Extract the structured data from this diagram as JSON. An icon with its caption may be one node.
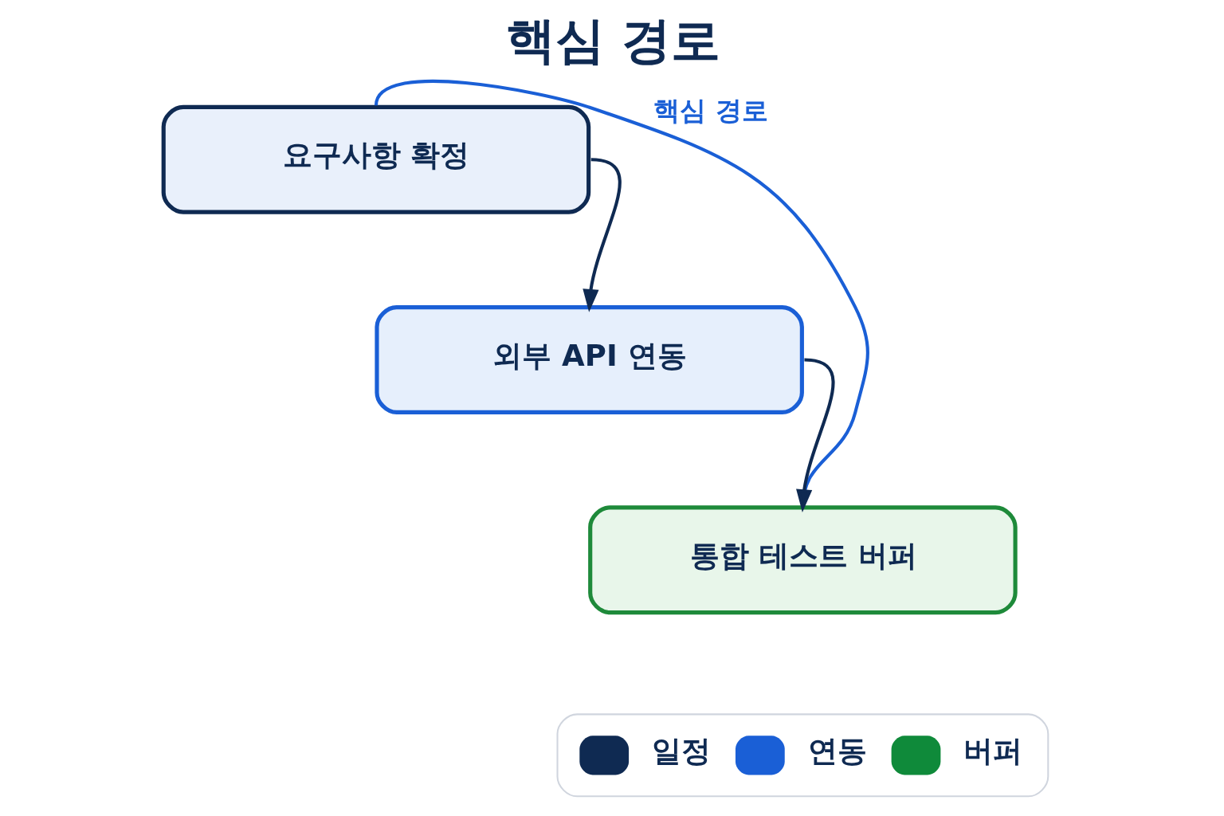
{
  "diagram": {
    "title": "핵심 경로",
    "nodes": [
      {
        "text": [
          "요구사항 확정"
        ]
      },
      {
        "text": [
          "외부 API 연동"
        ]
      },
      {
        "text": [
          "통합 테스트 버퍼"
        ]
      }
    ],
    "edges": [
      {
        "from": 0,
        "to": 1,
        "arrow": "to"
      },
      {
        "from": 1,
        "to": 2,
        "arrow": "to"
      },
      {
        "from": 0,
        "to": 2,
        "arrow": "none",
        "label": "핵심 경로",
        "color": "#1a5fd6"
      }
    ],
    "legend": [
      {
        "text": "일정",
        "color": "#0f2a52"
      },
      {
        "text": "연동",
        "color": "#1a5fd6"
      },
      {
        "text": "버퍼",
        "color": "#0f8a3a"
      }
    ]
  }
}
